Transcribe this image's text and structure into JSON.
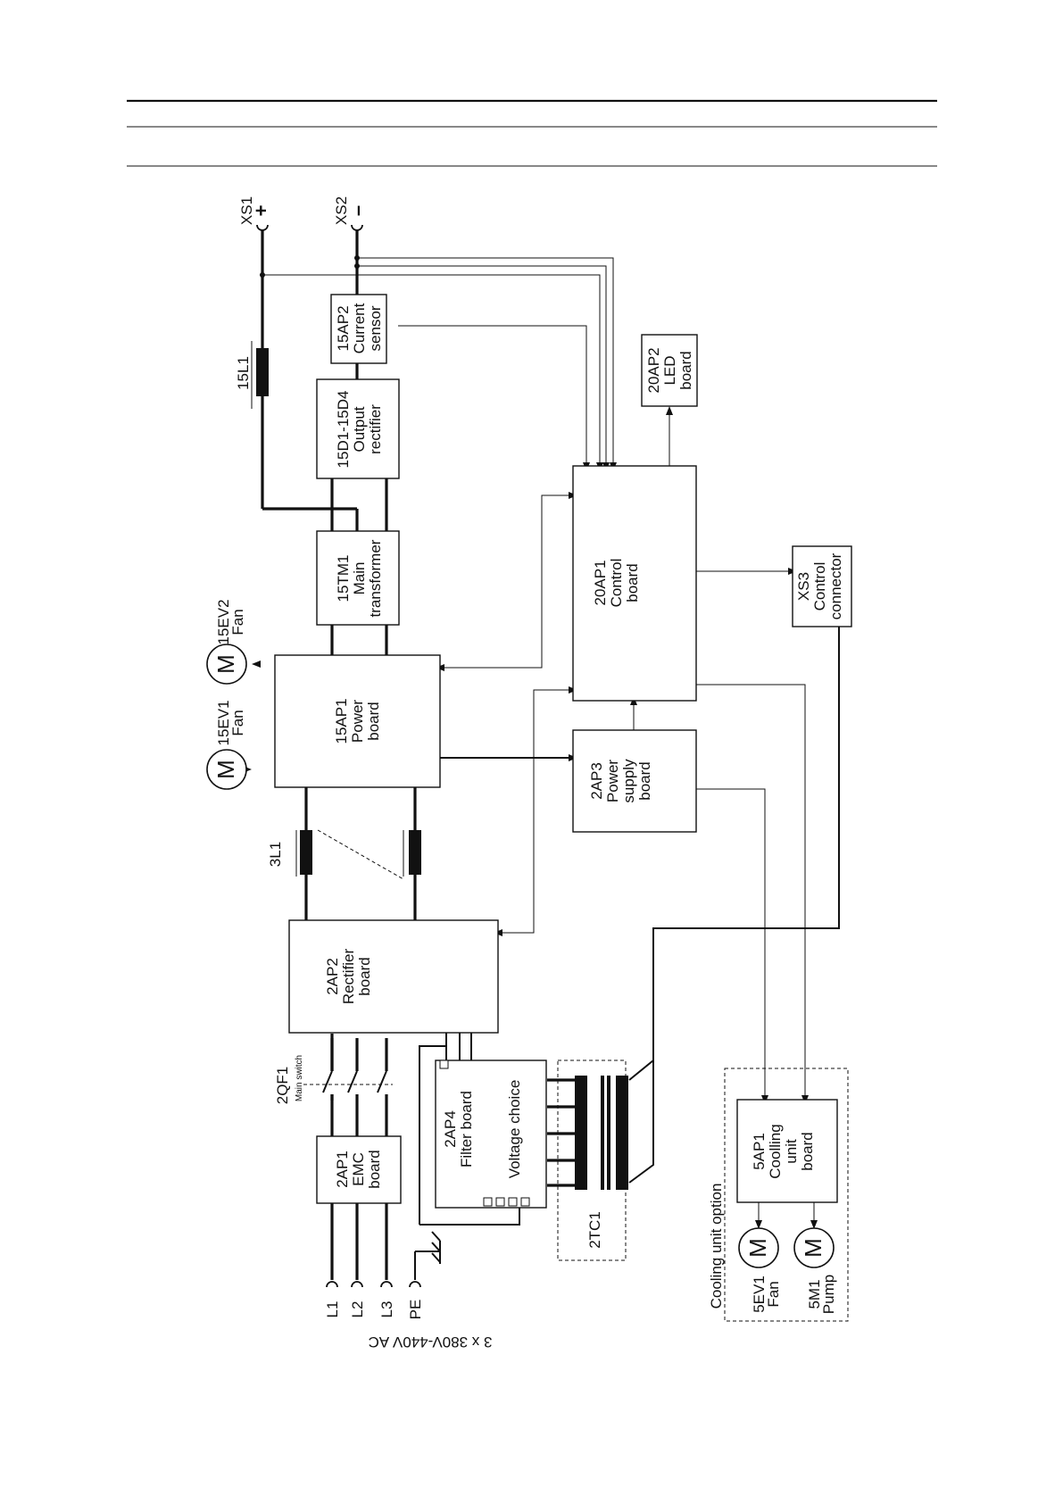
{
  "supply": {
    "phases": [
      "L1",
      "L2",
      "L3",
      "PE"
    ],
    "voltage": "3 x 380V-440V AC"
  },
  "outputs": {
    "plus_terminal": "XS1",
    "minus_terminal": "XS2"
  },
  "blocks": {
    "emc": [
      "2AP1",
      "EMC",
      "board"
    ],
    "main_switch": [
      "2QF1",
      "Main switch"
    ],
    "rectifier": [
      "2AP2",
      "Rectifier",
      "board"
    ],
    "choke_in": "3L1",
    "power_board": [
      "15AP1",
      "Power",
      "board"
    ],
    "fan1": [
      "15EV1",
      "Fan"
    ],
    "fan2": [
      "15EV2",
      "Fan"
    ],
    "transformer": [
      "15TM1",
      "Main",
      "transformer"
    ],
    "output_rectifier": [
      "15D1-15D4",
      "Output",
      "rectifier"
    ],
    "choke_out": "15L1",
    "current_sensor": [
      "15AP2",
      "Current",
      "sensor"
    ],
    "control_board": [
      "20AP1",
      "Control",
      "board"
    ],
    "led_board": [
      "20AP2",
      "LED",
      "board"
    ],
    "psu": [
      "2AP3",
      "Power",
      "supply",
      "board"
    ],
    "control_connector": [
      "XS3",
      "Control",
      "connector"
    ],
    "filter_board": [
      "2AP4",
      "Filter board"
    ],
    "voltage_choice": "Voltage choice",
    "aux_transformer": "2TC1",
    "cooling_option": "Cooling unit option",
    "cooling_board": [
      "5AP1",
      "Coolling",
      "unit",
      "board"
    ],
    "cooling_fan": [
      "5EV1",
      "Fan"
    ],
    "pump": [
      "5M1",
      "Pump"
    ]
  },
  "motor_symbol": "M",
  "colors": {
    "ink": "#111111",
    "paper": "#ffffff"
  }
}
